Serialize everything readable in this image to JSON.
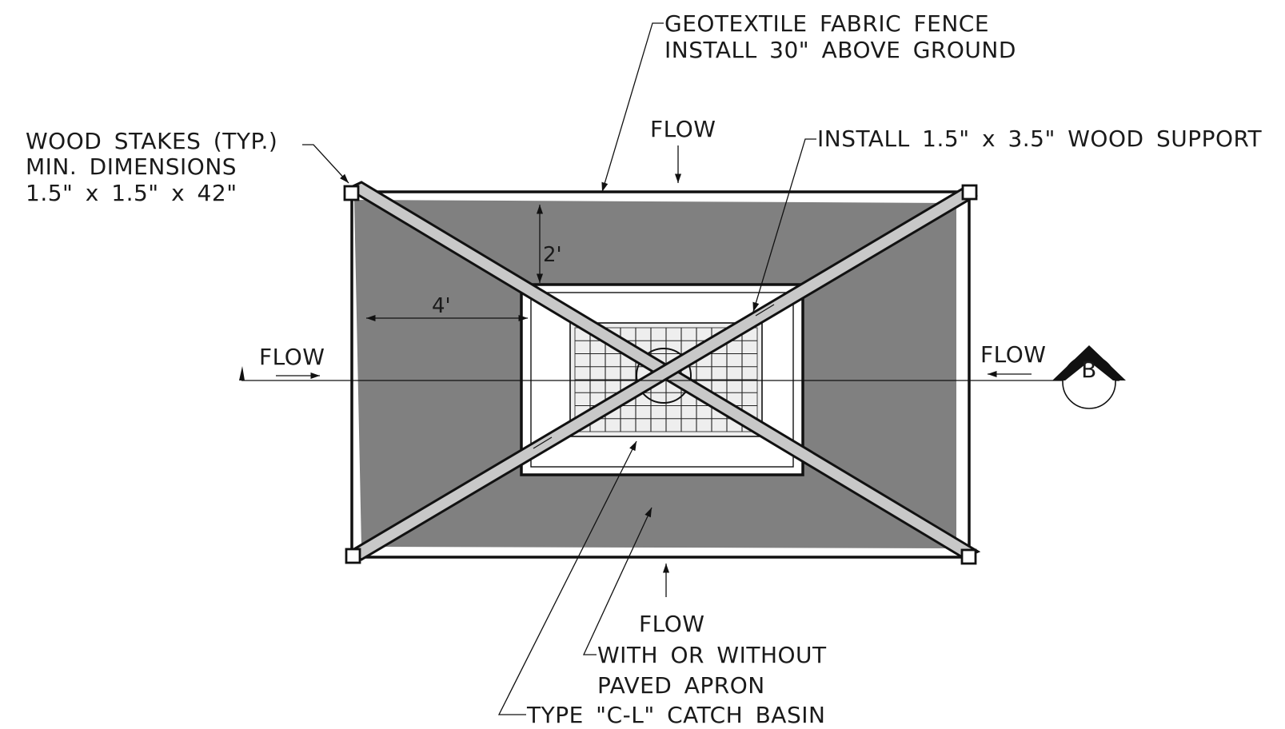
{
  "labels": {
    "fence_line1": "GEOTEXTILE FABRIC FENCE",
    "fence_line2": "INSTALL 30\" ABOVE GROUND",
    "stakes_line1": "WOOD STAKES (TYP.)",
    "stakes_line2": "MIN. DIMENSIONS",
    "stakes_line3": "1.5\" x 1.5\" x 42\"",
    "support": "INSTALL 1.5\" x 3.5\" WOOD SUPPORT",
    "flow_top": "FLOW",
    "flow_left": "FLOW",
    "flow_right": "FLOW",
    "flow_bottom": "FLOW",
    "dim_2ft": "2'",
    "dim_4ft": "4'",
    "section_marker": "B",
    "apron_line1": "WITH OR WITHOUT",
    "apron_line2": "PAVED APRON",
    "basin": "TYPE \"C-L\" CATCH BASIN"
  },
  "colors": {
    "fabric": "#808080",
    "line": "#111111",
    "support": "#c8c8c8",
    "grate": "#d0d0d0"
  }
}
